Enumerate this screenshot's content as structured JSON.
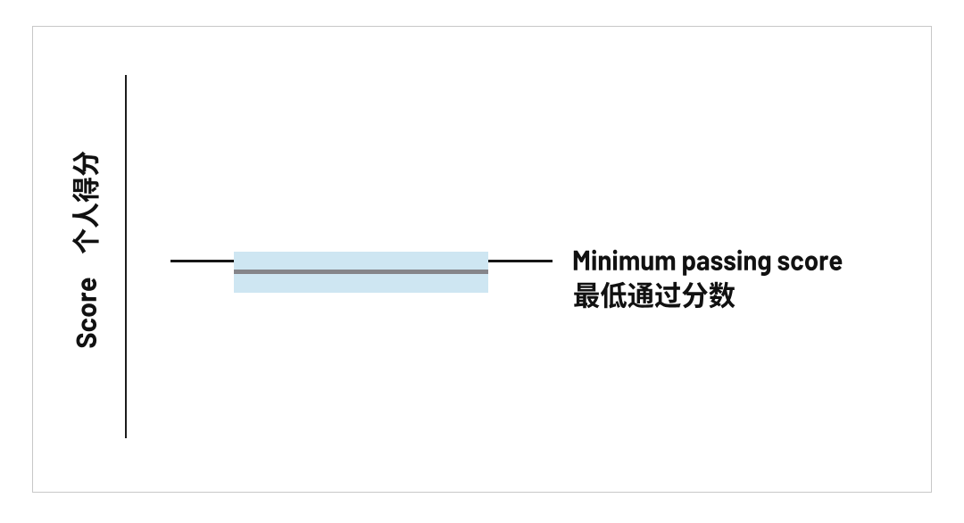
{
  "page": {
    "background": "#ffffff"
  },
  "slide": {
    "background": "#ffffff",
    "border_color": "#c8c8c8"
  },
  "chart": {
    "y_axis_label": "Score 个人得分",
    "y_axis_label_en": "Score",
    "y_axis_label_zh": "个人得分",
    "annotation": {
      "line1": "Minimum passing score",
      "line2": "最低通过分数"
    },
    "colors": {
      "band": "#cee6f2",
      "band_center_line": "#85858a",
      "reference_line": "#161616",
      "axis_line": "#1c1c1c",
      "text": "#111111"
    }
  },
  "chart_data": {
    "type": "line",
    "title": "",
    "xlabel": "",
    "ylabel": "Score 个人得分",
    "axis_ticks": [],
    "grid": false,
    "legend_position": "right of band",
    "elements": [
      {
        "kind": "reference-line",
        "label": "Minimum passing score 最低通过分数",
        "orientation": "horizontal",
        "y_relative_to_axis": 0.49,
        "x_span_relative": [
          0.11,
          1.0
        ],
        "color": "#161616"
      },
      {
        "kind": "uncertainty-band",
        "label": "passing score band",
        "y_center_relative_to_axis": 0.52,
        "band_height_relative": 0.11,
        "x_span_relative": [
          0.27,
          0.9
        ],
        "color": "#cee6f2"
      },
      {
        "kind": "band-center-line",
        "label": "band midline",
        "y_relative_to_axis": 0.53,
        "x_span_relative": [
          0.27,
          0.9
        ],
        "color": "#85858a"
      }
    ],
    "note": "Schematic chart without numeric scale: a vertical Score axis, a horizontal minimum-passing-score reference line, and a light-blue band with a gray midline around the passing threshold."
  }
}
